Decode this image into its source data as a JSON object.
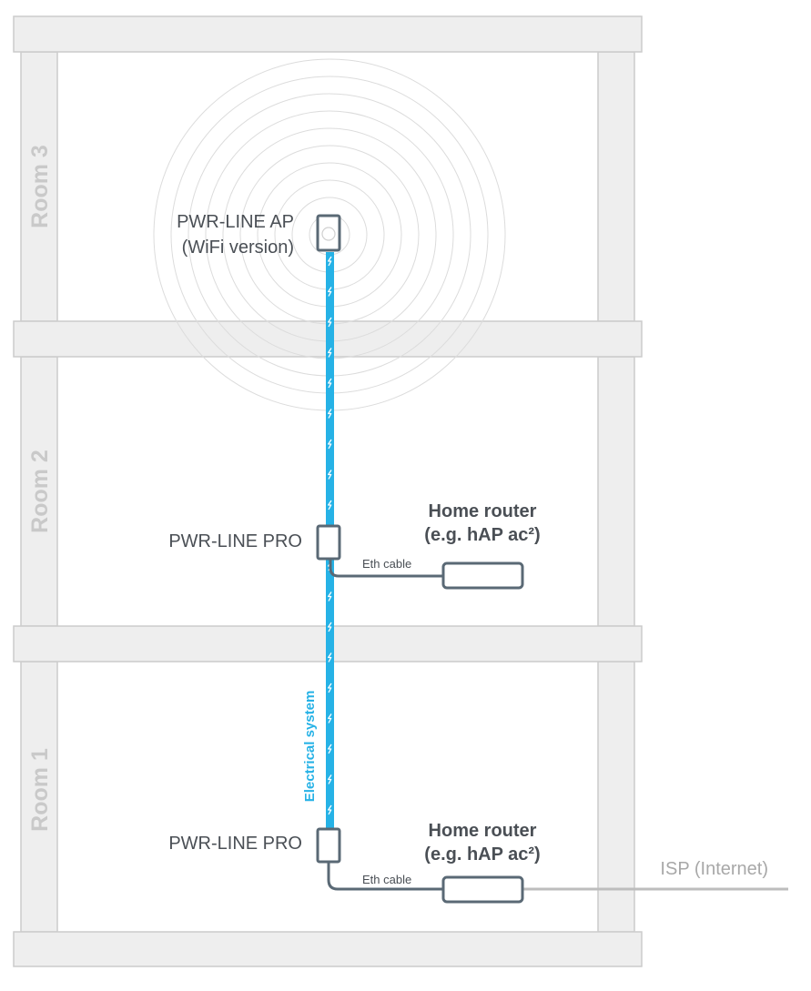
{
  "rooms": [
    {
      "label": "Room 3"
    },
    {
      "label": "Room 2"
    },
    {
      "label": "Room 1"
    }
  ],
  "devices": {
    "ap": {
      "line1": "PWR-LINE AP",
      "line2": "(WiFi version)"
    },
    "pro_room2": {
      "label": "PWR-LINE PRO"
    },
    "pro_room1": {
      "label": "PWR-LINE PRO"
    }
  },
  "routers": {
    "room2": {
      "line1": "Home router",
      "line2": "(e.g. hAP ac²)"
    },
    "room1": {
      "line1": "Home router",
      "line2": "(e.g. hAP ac²)"
    }
  },
  "cables": {
    "eth_room2": "Eth cable",
    "eth_room1": "Eth cable"
  },
  "electrical_label": "Electrical system",
  "isp_label": "ISP (Internet)",
  "colors": {
    "power_line": "#26b2e6",
    "device_stroke": "#5a6975",
    "wall_fill": "#eeeeee",
    "wall_stroke": "#cccccc",
    "room_label": "#c9c9c9",
    "isp_line": "#bdbdbd"
  }
}
